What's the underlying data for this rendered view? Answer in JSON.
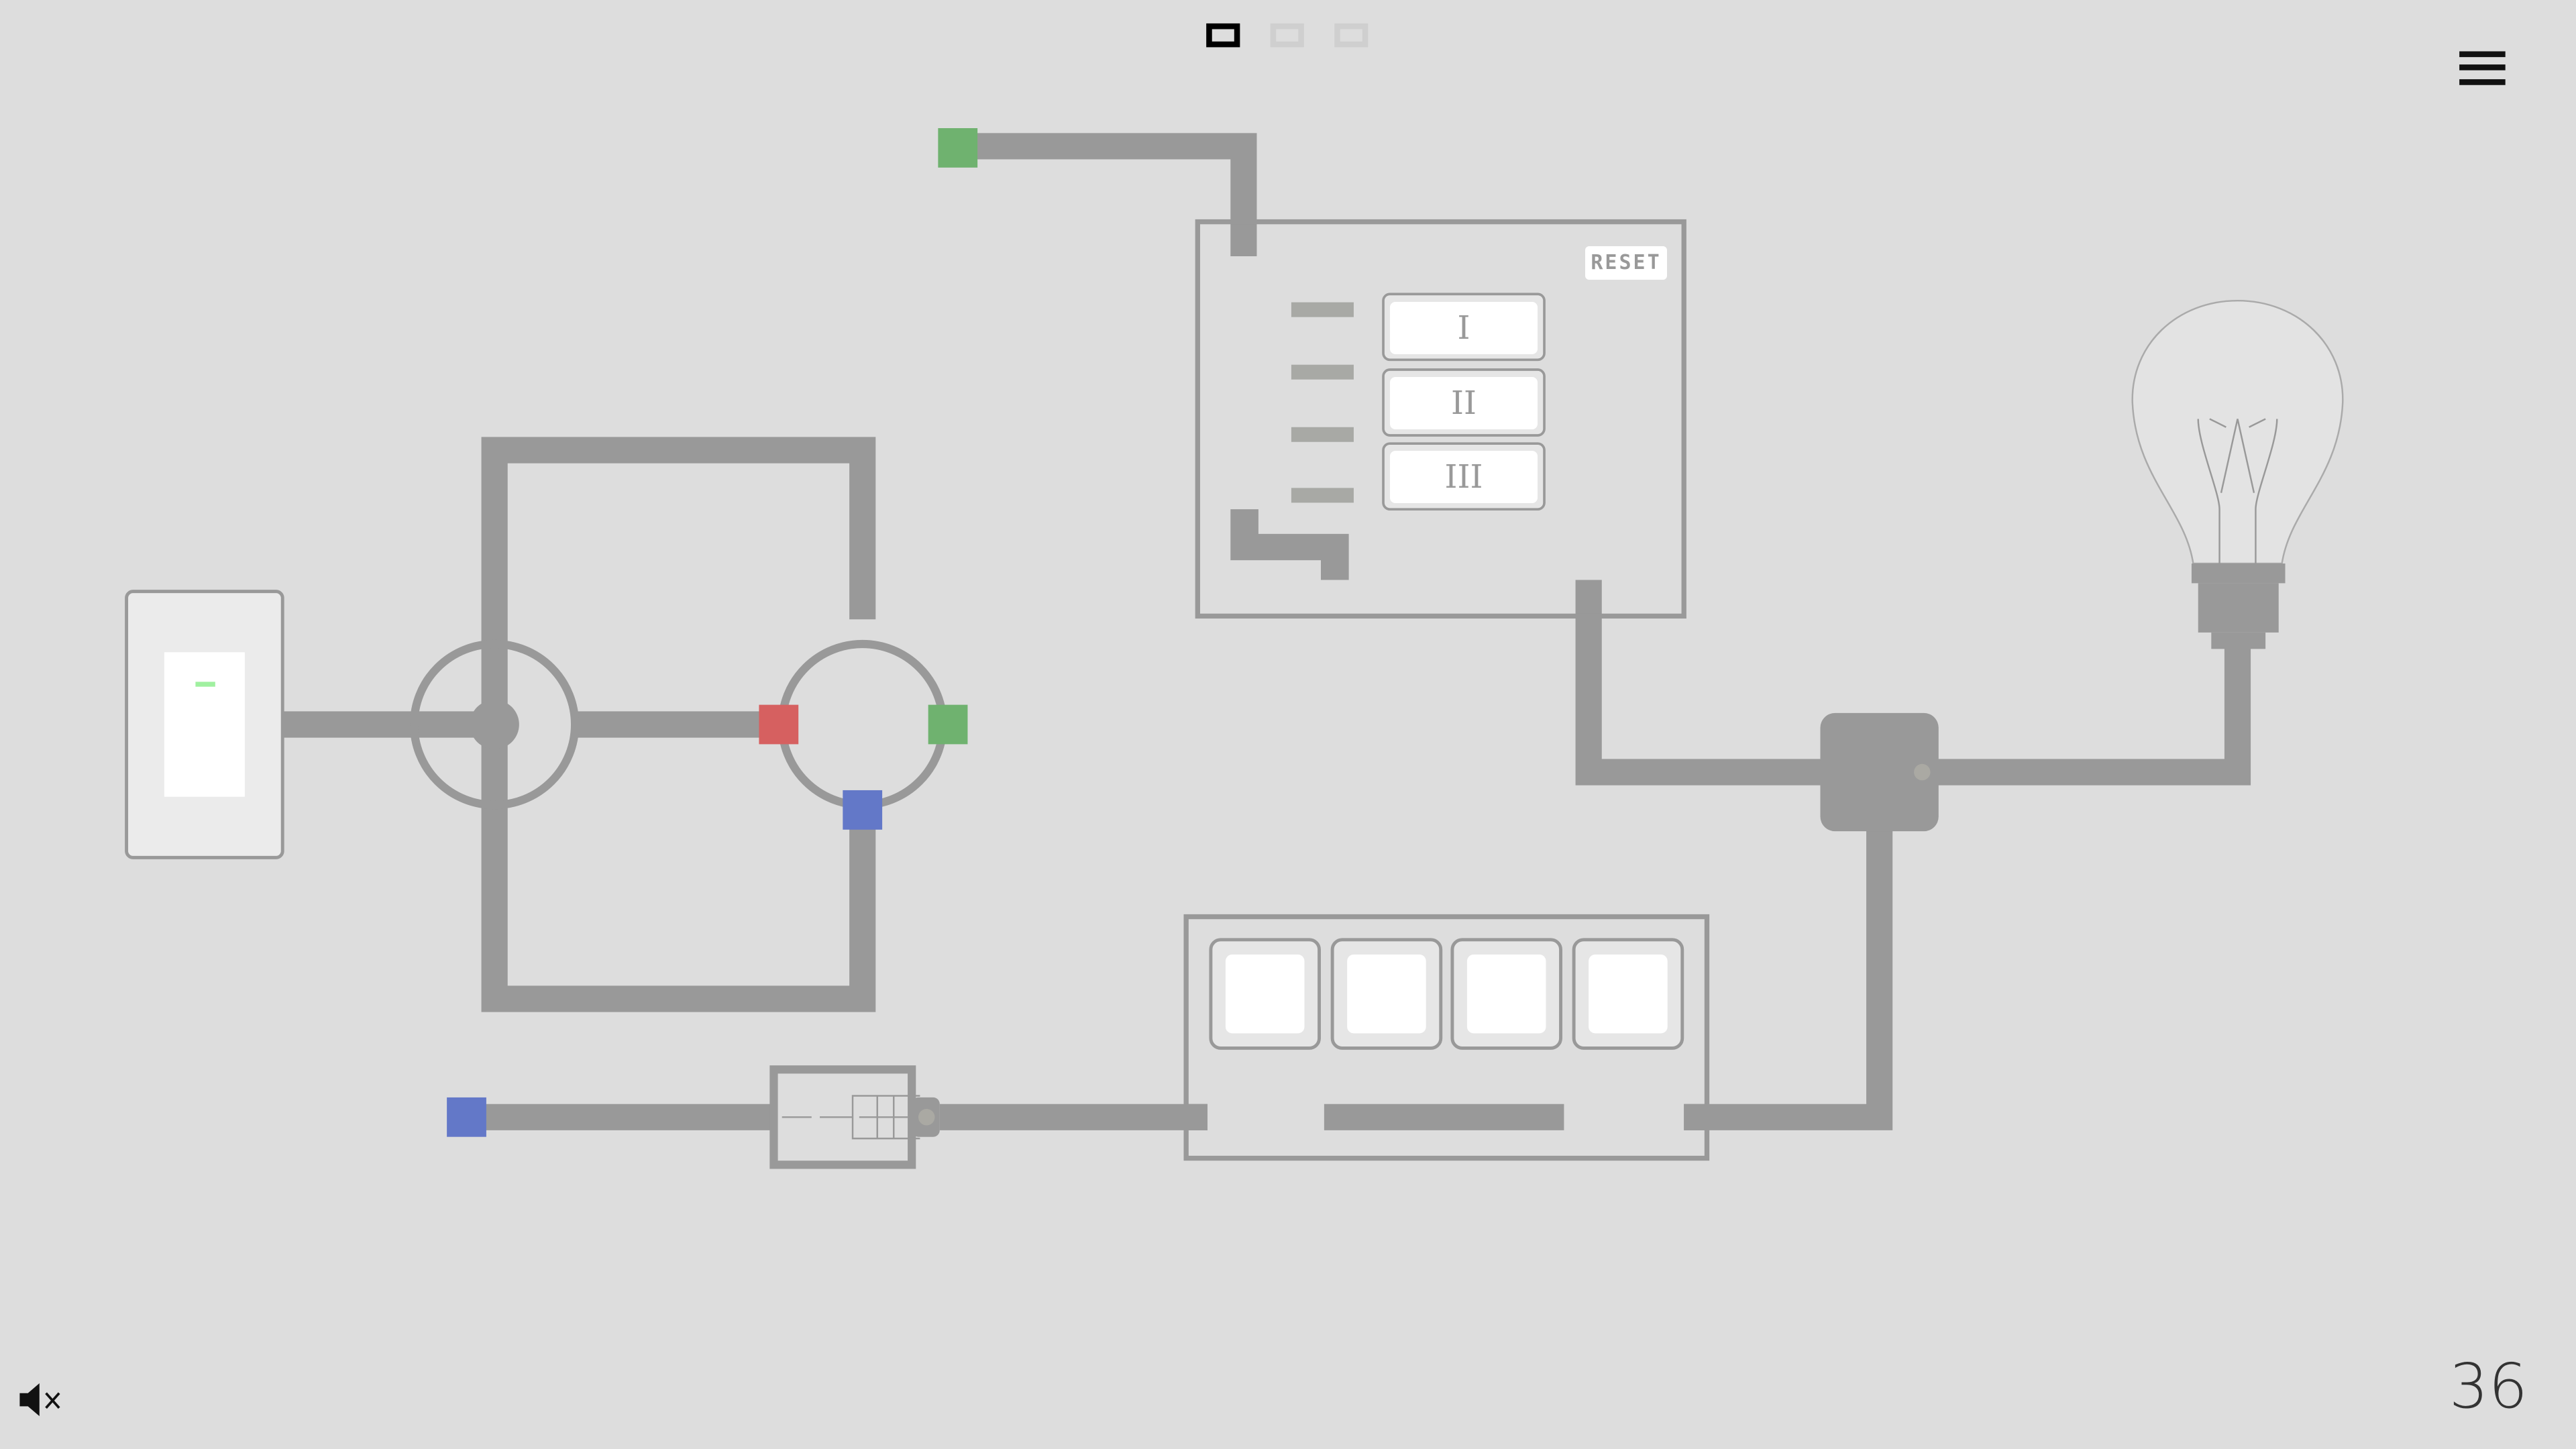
{
  "level_indicators": {
    "current": 1,
    "total": 3
  },
  "control_box": {
    "reset_label": "RESET",
    "buttons": [
      "I",
      "II",
      "III"
    ]
  },
  "level_number": "36",
  "colors": {
    "background": "#dddddd",
    "wire": "#999999",
    "red": "#d66060",
    "green": "#6fb26f",
    "blue": "#6378c8",
    "switch_led": "#a0f0a0"
  },
  "icons": {
    "menu": "hamburger-menu-icon",
    "sound": "speaker-muted-icon"
  }
}
